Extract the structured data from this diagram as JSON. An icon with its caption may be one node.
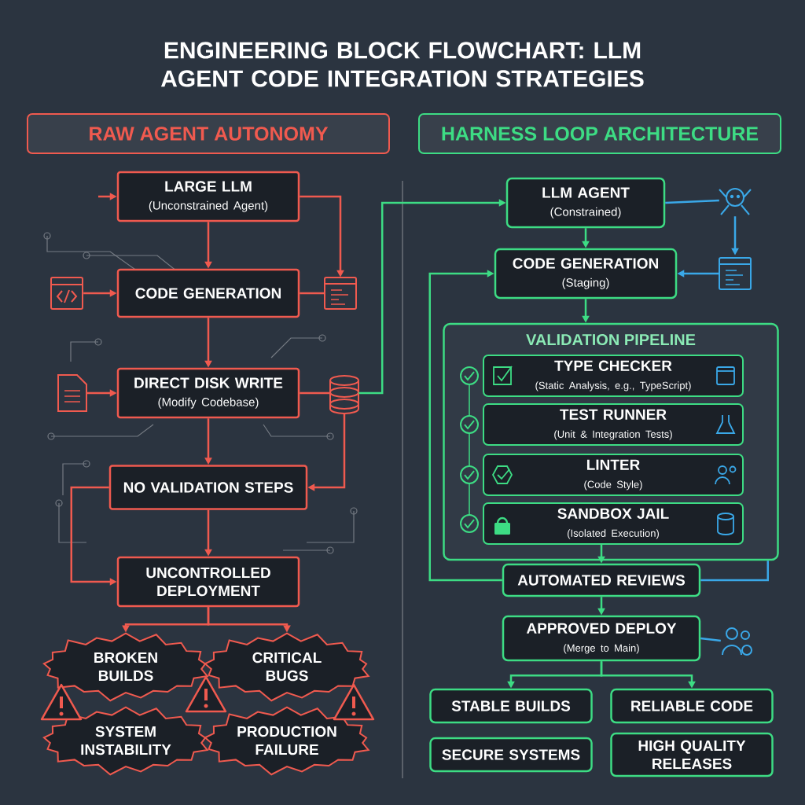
{
  "diagram": {
    "title": "ENGINEERING BLOCK FLOWCHART: LLM AGENT CODE INTEGRATION STRATEGIES",
    "nodes": [
      {
        "text": [
          "RAW AGENT AUTONOMY"
        ]
      },
      {
        "text": [
          "HARNESS LOOP ARCHITECTURE"
        ]
      },
      {
        "text": [
          "LARGE LLM",
          "(Unconstrained Agent)"
        ]
      },
      {
        "text": [],
        "shape": "picture"
      },
      {
        "text": [
          "CODE GENERATION"
        ]
      },
      {
        "text": [],
        "shape": "picture"
      },
      {
        "text": [],
        "shape": "picture"
      },
      {
        "text": [
          "DIRECT DISK WRITE",
          "(Modify Codebase)"
        ]
      },
      {
        "text": [],
        "shape": "picture"
      },
      {
        "text": [
          "NO VALIDATION STEPS"
        ]
      },
      {
        "text": [
          "UNCONTROLLED DEPLOYMENT"
        ]
      },
      {
        "text": [
          "BROKEN BUILDS"
        ]
      },
      {
        "text": [
          "CRITICAL BUGS"
        ]
      },
      {
        "text": [
          "SYSTEM INSTABILITY"
        ]
      },
      {
        "text": [
          "PRODUCTION FAILURE"
        ]
      },
      {
        "text": [
          "LLM AGENT",
          "(Constrained)"
        ]
      },
      {
        "text": [],
        "shape": "picture"
      },
      {
        "text": [],
        "shape": "picture"
      },
      {
        "text": [
          "CODE GENERATION",
          "(Staging)"
        ]
      },
      {
        "text": [
          "VALIDATION PIPELINE"
        ]
      },
      {
        "text": [
          "TYPE CHECKER",
          "(Static Analysis, e.g., TypeScript)"
        ],
        "in": 19
      },
      {
        "text": [
          "TEST RUNNER",
          "(Unit & Integration Tests)"
        ],
        "in": 19
      },
      {
        "text": [
          "LINTER",
          "(Code Style)"
        ],
        "in": 19
      },
      {
        "text": [
          "SANDBOX JAIL",
          "(Isolated Execution)"
        ],
        "in": 19
      },
      {
        "text": [
          "AUTOMATED REVIEWS"
        ]
      },
      {
        "text": [
          "APPROVED DEPLOY",
          "(Merge to Main)"
        ]
      },
      {
        "text": [],
        "shape": "picture"
      },
      {
        "text": [
          "STABLE BUILDS"
        ]
      },
      {
        "text": [
          "RELIABLE CODE"
        ]
      },
      {
        "text": [
          "SECURE SYSTEMS"
        ]
      },
      {
        "text": [
          "HIGH QUALITY RELEASES"
        ]
      }
    ],
    "edges": [
      {
        "from": null,
        "to": 2,
        "arrow": "to"
      },
      {
        "from": 3,
        "to": 4,
        "arrow": "to"
      },
      {
        "from": 2,
        "to": 4,
        "arrow": "to"
      },
      {
        "from": 2,
        "to": 5,
        "arrow": "to"
      },
      {
        "from": 4,
        "to": 5,
        "arrow": "none"
      },
      {
        "from": 6,
        "to": 7,
        "arrow": "to"
      },
      {
        "from": 4,
        "to": 7,
        "arrow": "to"
      },
      {
        "from": 7,
        "to": 8,
        "arrow": "none"
      },
      {
        "from": 8,
        "to": 9,
        "arrow": "to"
      },
      {
        "from": 7,
        "to": 9,
        "arrow": "to"
      },
      {
        "from": 9,
        "to": 10,
        "arrow": "to"
      },
      {
        "from": 9,
        "to": 10,
        "arrow": "to"
      },
      {
        "from": 10,
        "to": 11,
        "arrow": "to"
      },
      {
        "from": 10,
        "to": 12,
        "arrow": "to"
      },
      {
        "from": 8,
        "to": 15,
        "arrow": "to",
        "color": "#3ddc84"
      },
      {
        "from": 15,
        "to": 16,
        "arrow": "none",
        "color": "#3aa8e8"
      },
      {
        "from": 16,
        "to": 17,
        "arrow": "to",
        "color": "#3aa8e8"
      },
      {
        "from": 17,
        "to": 18,
        "arrow": "to",
        "color": "#3aa8e8"
      },
      {
        "from": 15,
        "to": 18,
        "arrow": "to",
        "color": "#3ddc84"
      },
      {
        "from": 18,
        "to": 19,
        "arrow": "to",
        "color": "#3ddc84"
      },
      {
        "from": 23,
        "to": 24,
        "arrow": "to",
        "color": "#3ddc84"
      },
      {
        "from": 24,
        "to": 18,
        "arrow": "to",
        "color": "#3ddc84"
      },
      {
        "from": 19,
        "to": 24,
        "arrow": "none",
        "color": "#3aa8e8"
      },
      {
        "from": 24,
        "to": 25,
        "arrow": "to",
        "color": "#3ddc84"
      },
      {
        "from": 25,
        "to": 26,
        "arrow": "none",
        "color": "#3aa8e8"
      },
      {
        "from": 25,
        "to": 27,
        "arrow": "to",
        "color": "#3ddc84"
      },
      {
        "from": 25,
        "to": 28,
        "arrow": "to",
        "color": "#3ddc84"
      }
    ]
  }
}
